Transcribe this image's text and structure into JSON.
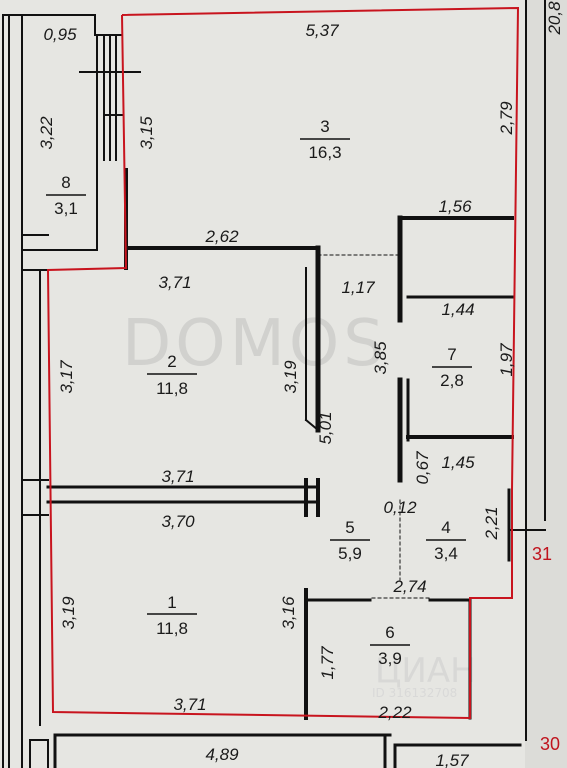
{
  "rooms": [
    {
      "id": "3",
      "area": "16,3"
    },
    {
      "id": "2",
      "area": "11,8"
    },
    {
      "id": "1",
      "area": "11,8"
    },
    {
      "id": "7",
      "area": "2,8"
    },
    {
      "id": "5",
      "area": "5,9"
    },
    {
      "id": "4",
      "area": "3,4"
    },
    {
      "id": "6",
      "area": "3,9"
    },
    {
      "id": "8",
      "area": "3,1"
    }
  ],
  "dimensions": {
    "d095": "0,95",
    "d537": "5,37",
    "d322": "3,22",
    "d315": "3,15",
    "d279": "2,79",
    "d156": "1,56",
    "d262": "2,62",
    "d371a": "3,71",
    "d117": "1,17",
    "d144": "1,44",
    "d317": "3,17",
    "d319a": "3,19",
    "d385": "3,85",
    "d197": "1,97",
    "d501": "5,01",
    "d067": "0,67",
    "d145": "1,45",
    "d371b": "3,71",
    "d012": "0,12",
    "d370": "3,70",
    "d221": "2,21",
    "d274": "2,74",
    "d319b": "3,19",
    "d316": "3,16",
    "d177": "1,77",
    "d371c": "3,71",
    "d222": "2,22",
    "d489": "4,89",
    "d157": "1,57",
    "d208": "20,8"
  },
  "markers": {
    "m31": "31",
    "m30": "30"
  },
  "watermark": {
    "brand": "DOMOS",
    "site": "ЦИАН",
    "id": "ID 316132708"
  },
  "colors": {
    "outline": "#c8141e",
    "wall": "#111111",
    "paper": "#e6e6e2",
    "background": "#dcdcd8"
  }
}
